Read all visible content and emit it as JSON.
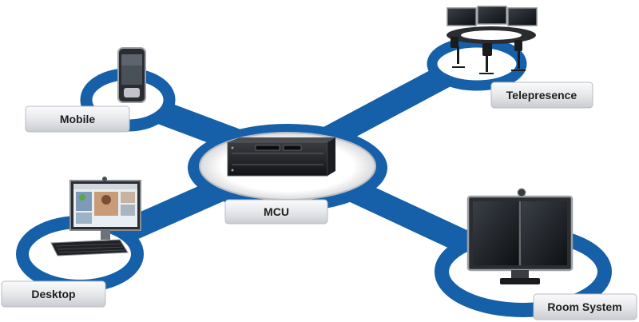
{
  "nodes": {
    "center": {
      "label": "MCU",
      "icon": "mcu-server-icon"
    },
    "mobile": {
      "label": "Mobile",
      "icon": "mobile-phone-icon"
    },
    "telepresence": {
      "label": "Telepresence",
      "icon": "telepresence-room-icon"
    },
    "desktop": {
      "label": "Desktop",
      "icon": "desktop-computer-icon"
    },
    "room_system": {
      "label": "Room System",
      "icon": "room-system-display-icon"
    }
  },
  "colors": {
    "ring_blue": "#1560a8",
    "ring_blue_light": "#2b7bc4",
    "label_fill": "#e8eaee",
    "label_border": "#b8bcc4",
    "device_dark": "#1b1d21"
  }
}
